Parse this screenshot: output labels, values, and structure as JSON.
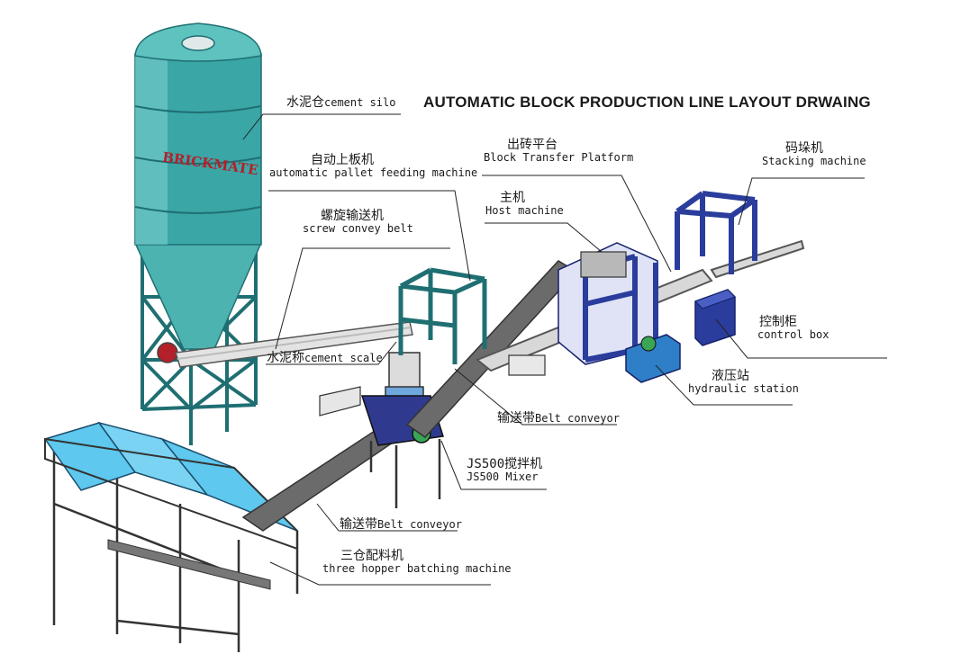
{
  "title": "AUTOMATIC BLOCK PRODUCTION LINE LAYOUT DRWAING",
  "brand_on_silo": "BRICKMATE",
  "colors": {
    "teal": "#3aa6a6",
    "teal_dark": "#1f6f72",
    "teal_light": "#7fd3d1",
    "blue": "#2a3d9c",
    "blue_dark": "#15206a",
    "hopper": "#5ec8ee",
    "belt": "#6b6b6b",
    "belt_light": "#9a9a9a",
    "steel": "#d5d5d5",
    "ink": "#1a1a1a",
    "brand_red": "#b3202a"
  },
  "labels": {
    "cement_silo": {
      "zh": "水泥仓",
      "en": "cement silo"
    },
    "pallet_feeding": {
      "zh": "自动上板机",
      "en": "automatic pallet feeding machine"
    },
    "screw_conveyor": {
      "zh": "螺旋输送机",
      "en": "screw convey belt"
    },
    "cement_scale": {
      "zh": "水泥称",
      "en": "cement scale"
    },
    "transfer_platform": {
      "zh": "出砖平台",
      "en": "Block Transfer Platform"
    },
    "host_machine": {
      "zh": "主机",
      "en": "Host machine"
    },
    "stacking": {
      "zh": "码垛机",
      "en": "Stacking machine"
    },
    "control_box": {
      "zh": "控制柜",
      "en": "control box"
    },
    "hydraulic": {
      "zh": "液压站",
      "en": "hydraulic station"
    },
    "belt_conveyor_1": {
      "zh": "输送带",
      "en": "Belt conveyor"
    },
    "mixer": {
      "zh": "JS500搅拌机",
      "en": "JS500 Mixer"
    },
    "belt_conveyor_2": {
      "zh": "输送带",
      "en": "Belt conveyor"
    },
    "batching": {
      "zh": "三仓配料机",
      "en": "three hopper batching machine"
    }
  }
}
